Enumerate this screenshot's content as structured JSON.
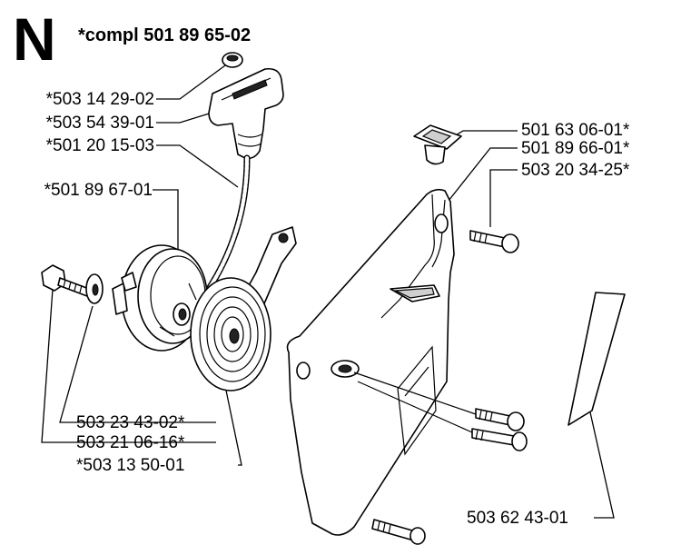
{
  "section_letter": "N",
  "assembly_label": "*compl 501 89 65-02",
  "callouts": {
    "cap_nut": "*503 14 29-02",
    "handle": "*503 54 39-01",
    "rope": "*501 20 15-03",
    "pulley": "*501 89 67-01",
    "washer": "503 23 43-02*",
    "bolt": "503 21 06-16*",
    "spring": "*503 13 50-01",
    "bushing": "501 63 06-01*",
    "housing": "501 89 66-01*",
    "screw": "503 20 34-25*",
    "decal": "503 62 43-01"
  }
}
